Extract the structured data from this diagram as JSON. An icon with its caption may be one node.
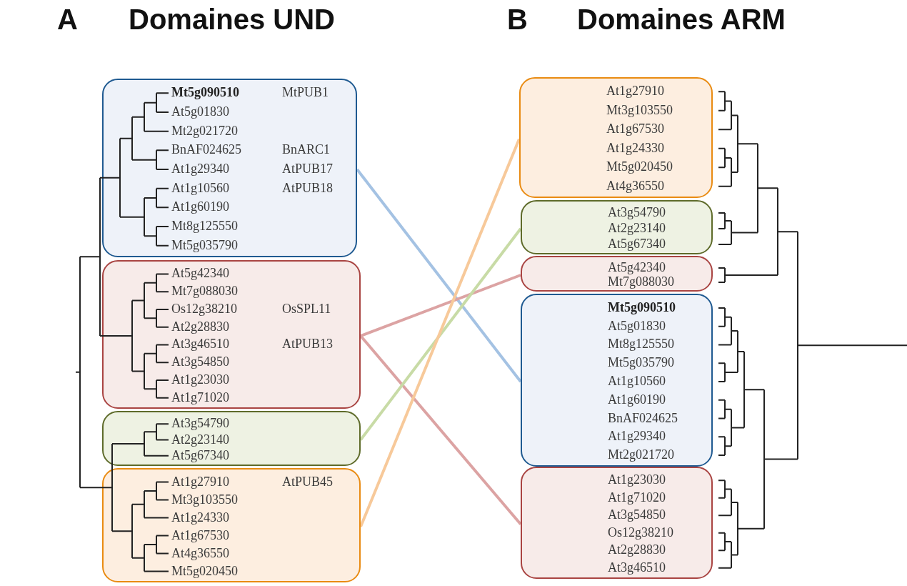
{
  "diagram": {
    "nodes": [
      {
        "text": [
          "Mt5g090510",
          "MtPUB1",
          "At5g01830",
          "Mt2g021720",
          "BnAF024625",
          "BnARC1",
          "At1g29340",
          "AtPUB17",
          "At1g10560",
          "AtPUB18",
          "At1g60190",
          "Mt8g125550",
          "Mt5g035790"
        ]
      },
      {
        "text": [
          "At5g42340",
          "Mt7g088030",
          "Os12g38210",
          "OsSPL11",
          "At2g28830",
          "At3g46510",
          "AtPUB13",
          "At3g54850",
          "At1g23030",
          "At1g71020"
        ]
      },
      {
        "text": [
          "At3g54790",
          "At2g23140",
          "At5g67340"
        ]
      },
      {
        "text": [
          "At1g27910",
          "AtPUB45",
          "Mt3g103550",
          "At1g24330",
          "At1g67530",
          "At4g36550",
          "Mt5g020450"
        ]
      },
      {
        "text": [
          "At1g27910",
          "Mt3g103550",
          "At1g67530",
          "At1g24330",
          "Mt5g020450",
          "At4g36550"
        ]
      },
      {
        "text": [
          "At3g54790",
          "At2g23140",
          "At5g67340"
        ]
      },
      {
        "text": [
          "At5g42340",
          "Mt7g088030"
        ]
      },
      {
        "text": [
          "Mt5g090510",
          "At5g01830",
          "Mt8g125550",
          "Mt5g035790",
          "At1g10560",
          "At1g60190",
          "BnAF024625",
          "At1g29340",
          "Mt2g021720"
        ]
      },
      {
        "text": [
          "At1g23030",
          "At1g71020",
          "At3g54850",
          "Os12g38210",
          "At2g28830",
          "At3g46510"
        ]
      }
    ],
    "edges": [
      {
        "from": 0,
        "to": 7,
        "arrow": "none",
        "color": "#a4c2e3"
      },
      {
        "from": 1,
        "to": 6,
        "arrow": "none",
        "color": "#dca3a3"
      },
      {
        "from": 1,
        "to": 8,
        "arrow": "none",
        "color": "#dca3a3"
      },
      {
        "from": 2,
        "to": 5,
        "arrow": "none",
        "color": "#c8dba6"
      },
      {
        "from": 3,
        "to": 4,
        "arrow": "none",
        "color": "#f7c99a"
      }
    ],
    "labels": [
      "A",
      "Domaines UND",
      "B",
      "Domaines ARM"
    ]
  }
}
